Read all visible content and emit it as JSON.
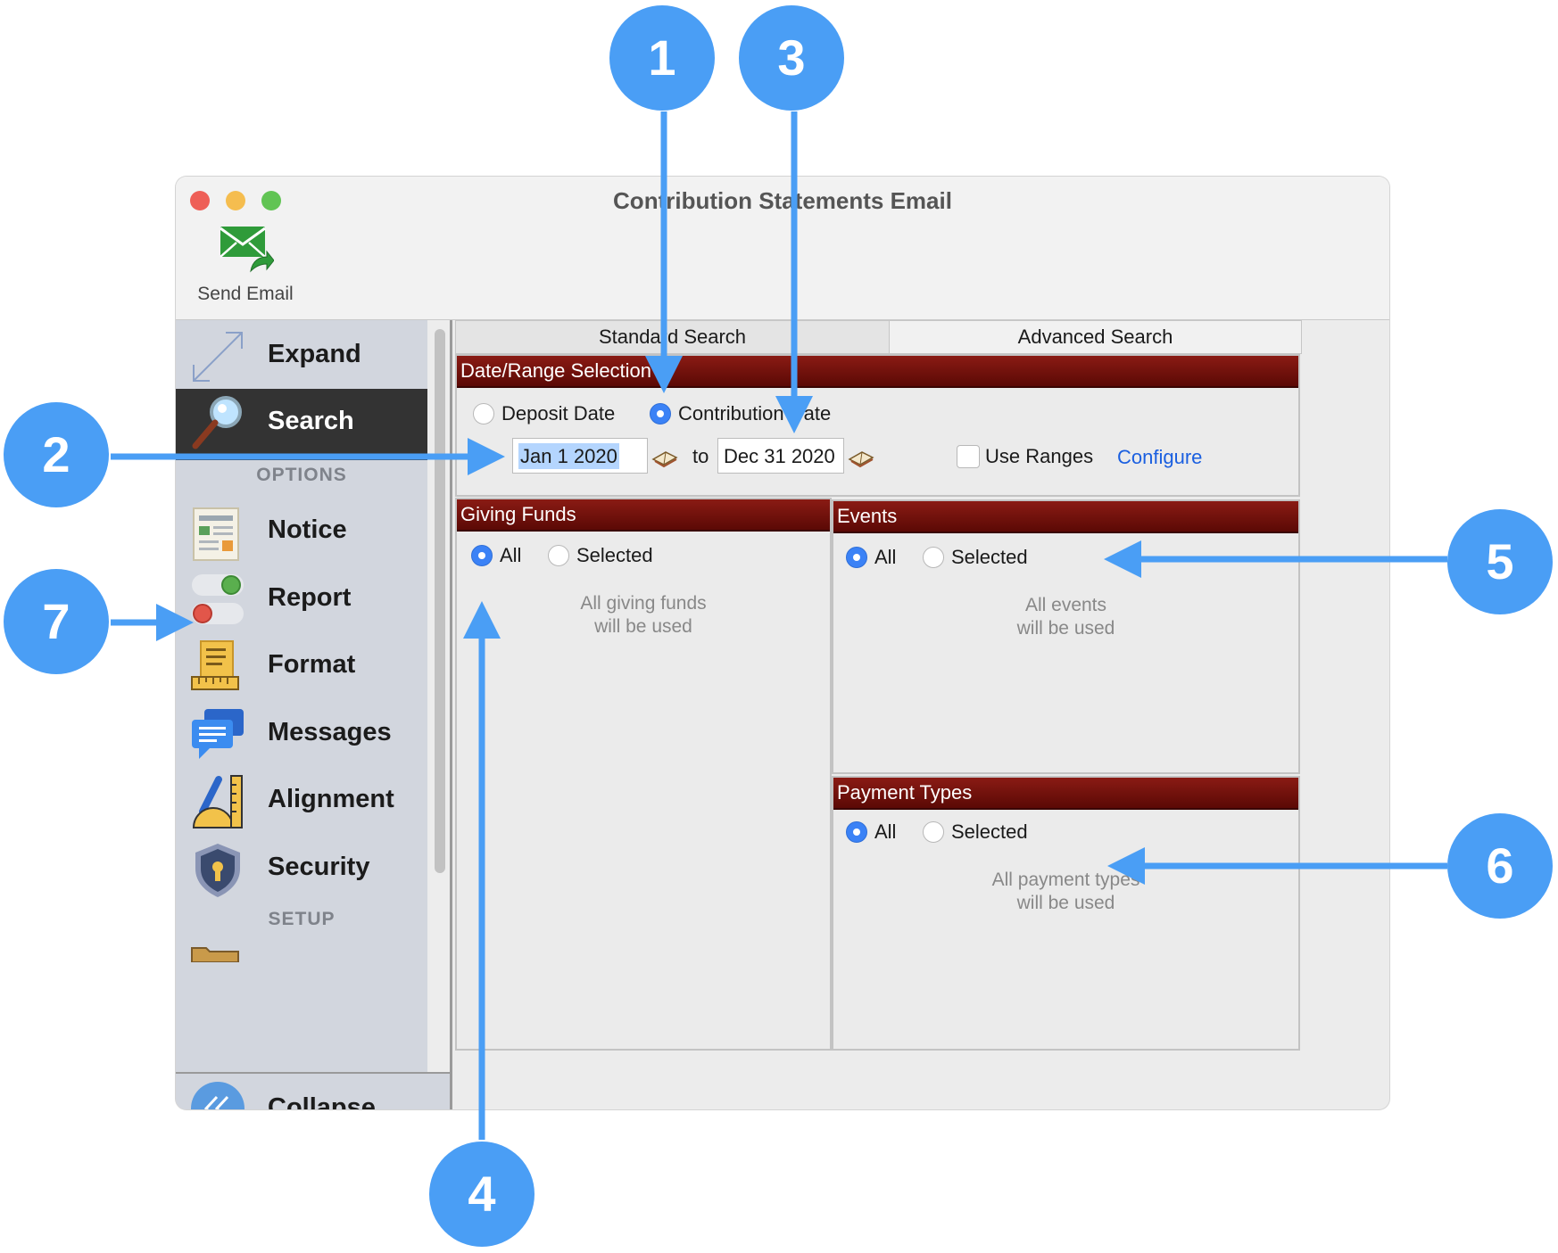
{
  "window": {
    "title": "Contribution Statements Email"
  },
  "toolbar": {
    "send_email_label": "Send Email"
  },
  "sidebar": {
    "expand_label": "Expand",
    "search_label": "Search",
    "options_heading": "OPTIONS",
    "items": [
      {
        "label": "Notice"
      },
      {
        "label": "Report"
      },
      {
        "label": "Format"
      },
      {
        "label": "Messages"
      },
      {
        "label": "Alignment"
      },
      {
        "label": "Security"
      }
    ],
    "setup_heading": "SETUP",
    "collapse_label": "Collapse"
  },
  "tabs": {
    "standard": "Standard Search",
    "advanced": "Advanced Search"
  },
  "date_range": {
    "heading": "Date/Range Selection",
    "deposit_label": "Deposit Date",
    "contribution_label": "Contribution Date",
    "selected": "Contribution Date",
    "from_value": "Jan 1 2020",
    "to_label": "to",
    "to_value": "Dec 31 2020",
    "use_ranges_label": "Use Ranges",
    "use_ranges_checked": false,
    "configure_label": "Configure"
  },
  "giving_funds": {
    "heading": "Giving Funds",
    "all_label": "All",
    "selected_label": "Selected",
    "selected": "All",
    "hint_line1": "All giving funds",
    "hint_line2": "will be used"
  },
  "events": {
    "heading": "Events",
    "all_label": "All",
    "selected_label": "Selected",
    "selected": "All",
    "hint_line1": "All events",
    "hint_line2": "will be used"
  },
  "payment_types": {
    "heading": "Payment Types",
    "all_label": "All",
    "selected_label": "Selected",
    "selected": "All",
    "hint_line1": "All payment types",
    "hint_line2": "will be used"
  },
  "callouts": [
    "1",
    "2",
    "3",
    "4",
    "5",
    "6",
    "7"
  ],
  "colors": {
    "accent": "#4a9ef5",
    "panel_header": "#6d0f0a",
    "radio_on": "#3b82f6",
    "link": "#1a5fe0"
  }
}
